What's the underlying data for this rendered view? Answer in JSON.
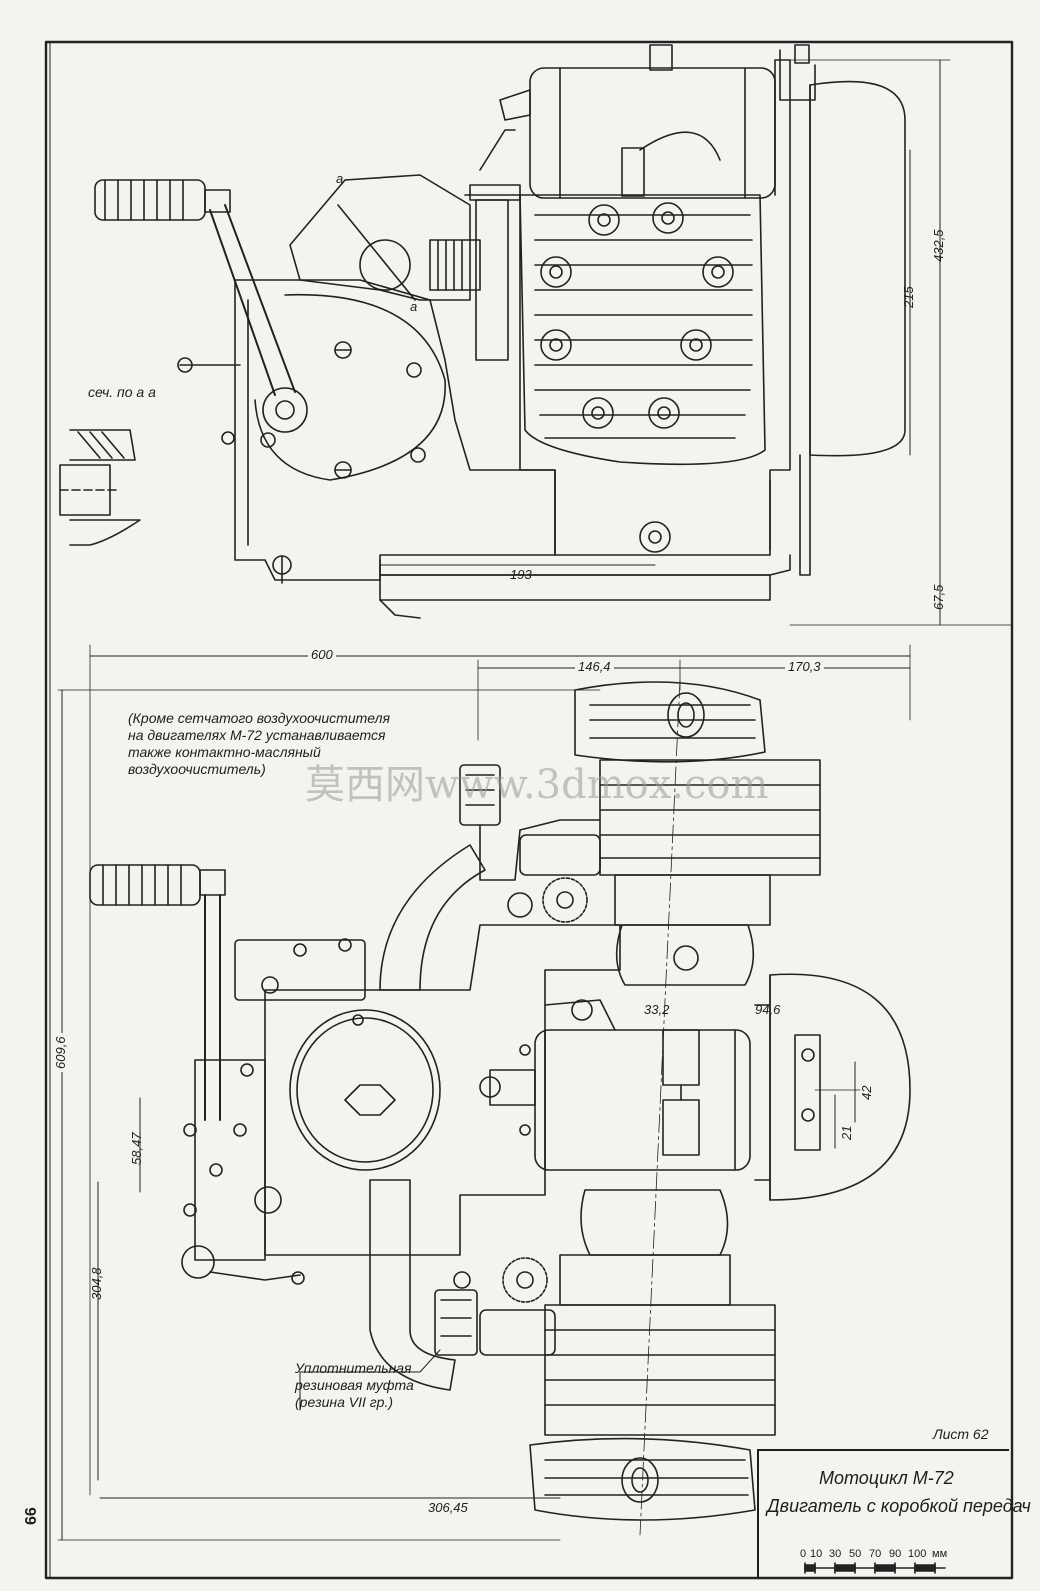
{
  "page_number": "66",
  "sheet_label": "Лист 62",
  "title": {
    "line1": "Мотоцикл М-72",
    "line2": "Двигатель с коробкой передач"
  },
  "scale": {
    "ticks": [
      "0",
      "10",
      "30",
      "50",
      "70",
      "90",
      "100"
    ],
    "unit": "мм"
  },
  "side_view": {
    "section_marker": "а",
    "section_marker_2": "а",
    "section_label": "сеч. по а а",
    "dims": {
      "overall_height": "432,5",
      "upper_height": "215",
      "lower_height": "67,5",
      "crank_offset": "193"
    }
  },
  "top_view": {
    "note": "(Кроме сетчатого воздухоочистителя на двигателях М-72 устанавливается также контактно-масляный воздухоочиститель)",
    "seal_label": "Уплотнительная резиновая муфта (резина VII гр.)",
    "dims": {
      "overall_width": "600",
      "left_head": "146,4",
      "right_head": "170,3",
      "overall_length": "609,6",
      "kick_offset": "58,47",
      "lower_offset": "304,8",
      "bottom_offset": "306,45",
      "d1": "33,2",
      "d2": "94,6",
      "d3": "42",
      "d4": "21"
    }
  },
  "watermark": "莫西网www.3dmox.com"
}
